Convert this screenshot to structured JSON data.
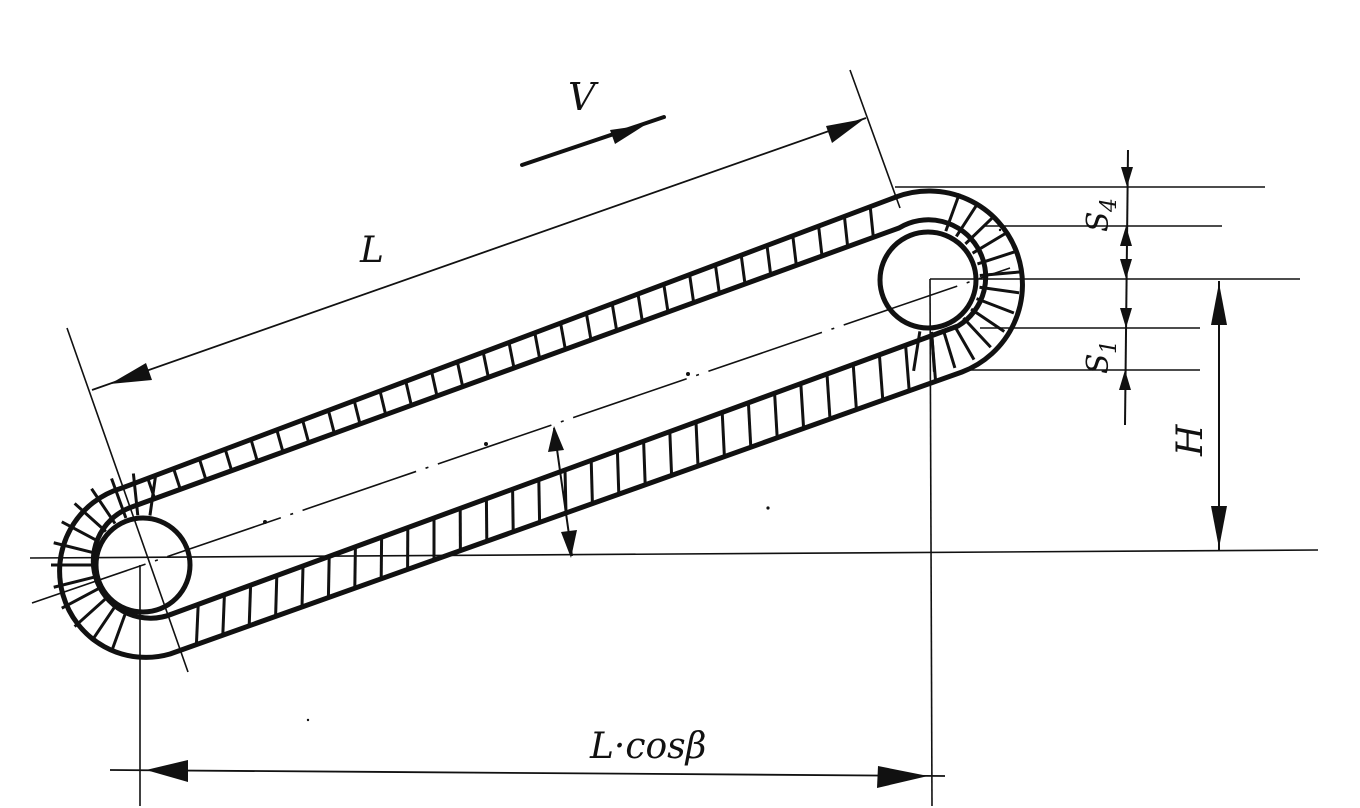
{
  "labels": {
    "velocity": "V",
    "length": "L",
    "horizontal_projection": "L·cosβ",
    "height": "H",
    "s1_base": "S",
    "s1_sub": "1",
    "s4_base": "S",
    "s4_sub": "4"
  },
  "colors": {
    "ink": "#111111",
    "paper": "#ffffff"
  }
}
